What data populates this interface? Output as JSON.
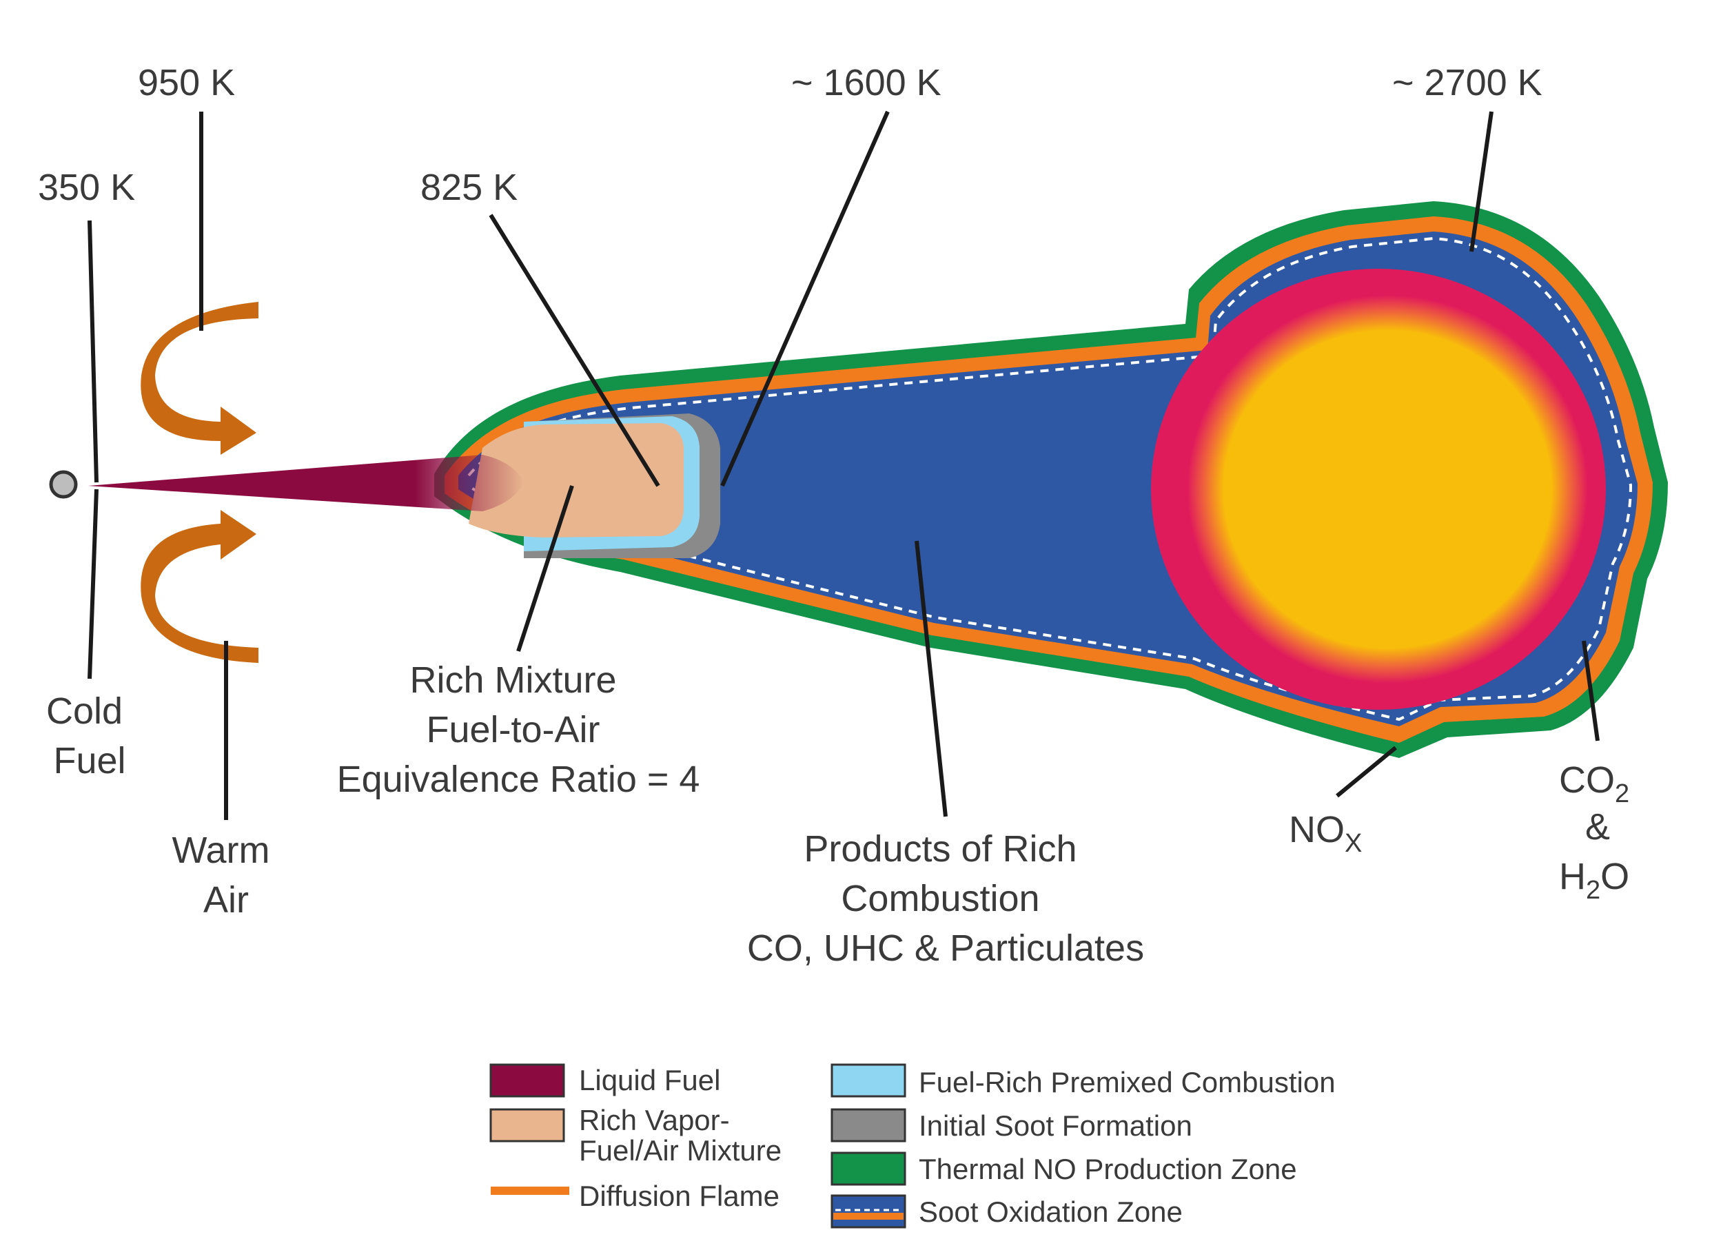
{
  "temperatures": {
    "t350": "350 K",
    "t950": "950 K",
    "t825": "825 K",
    "t1600": "~ 1600 K",
    "t2700": "~ 2700 K"
  },
  "labels": {
    "cold_fuel": [
      "Cold",
      "Fuel"
    ],
    "warm_air": [
      "Warm",
      "Air"
    ],
    "rich_mixture": [
      "Rich Mixture",
      "Fuel-to-Air",
      "Equivalence Ratio = 4"
    ],
    "products": [
      "Products of Rich",
      "Combustion",
      "CO, UHC & Particulates"
    ],
    "nox": {
      "main": "NO",
      "sub": "X"
    },
    "co2_h2o": {
      "co": "CO",
      "co_sub": "2",
      "amp": "&",
      "h": "H",
      "h_sub": "2",
      "o": "O"
    }
  },
  "legend": {
    "liquid_fuel": "Liquid Fuel",
    "rich_vapor": [
      "Rich Vapor-",
      "Fuel/Air Mixture"
    ],
    "diffusion_flame": "Diffusion Flame",
    "premixed": "Fuel-Rich Premixed Combustion",
    "soot_formation": "Initial Soot Formation",
    "thermal_no": "Thermal NO Production Zone",
    "soot_oxidation": "Soot Oxidation Zone"
  },
  "colors": {
    "liquid_fuel": "#8b0a3f",
    "rich_vapor": "#e8b58e",
    "diffusion_flame": "#f07c1e",
    "premixed": "#8fd6f2",
    "soot_formation": "#8a8a8a",
    "thermal_no": "#129349",
    "soot_oxidation": "#2e58a3",
    "hot_core": "#f8bd0a",
    "hot_ring": "#e01b5c",
    "air_arrow": "#c96a12"
  }
}
